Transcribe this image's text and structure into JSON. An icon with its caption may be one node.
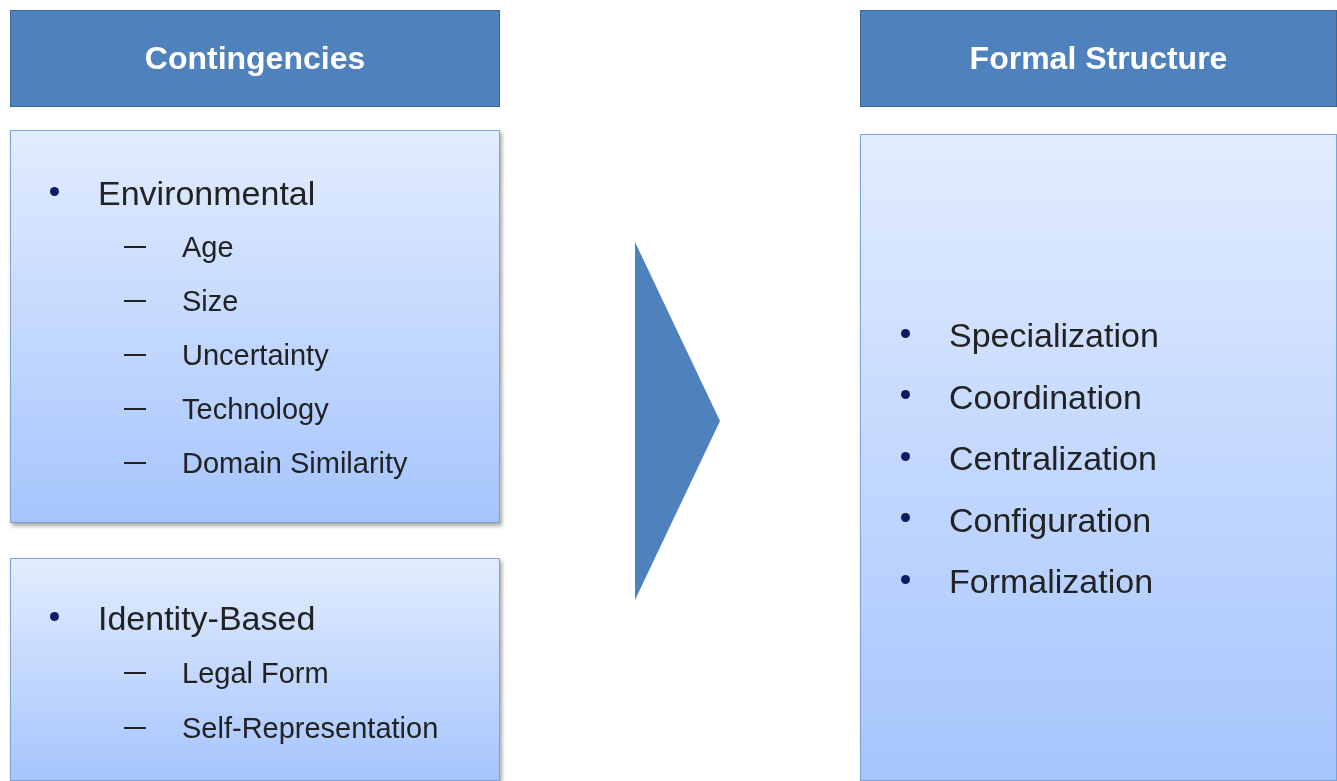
{
  "diagram": {
    "nodes": [
      {
        "text": [
          "Contingencies"
        ]
      },
      {
        "text": [
          "Environmental",
          "Age",
          "Size",
          "Uncertainty",
          "Technology",
          "Domain Similarity"
        ]
      },
      {
        "text": [
          "Identity-Based",
          "Legal Form",
          "Self-Representation"
        ]
      },
      {
        "text": [
          "Formal Structure"
        ]
      },
      {
        "text": [
          "Specialization",
          "Coordination",
          "Centralization",
          "Configuration",
          "Formalization"
        ]
      }
    ],
    "edges": [
      {
        "from": 1,
        "to": 4,
        "arrow": "to"
      }
    ]
  }
}
